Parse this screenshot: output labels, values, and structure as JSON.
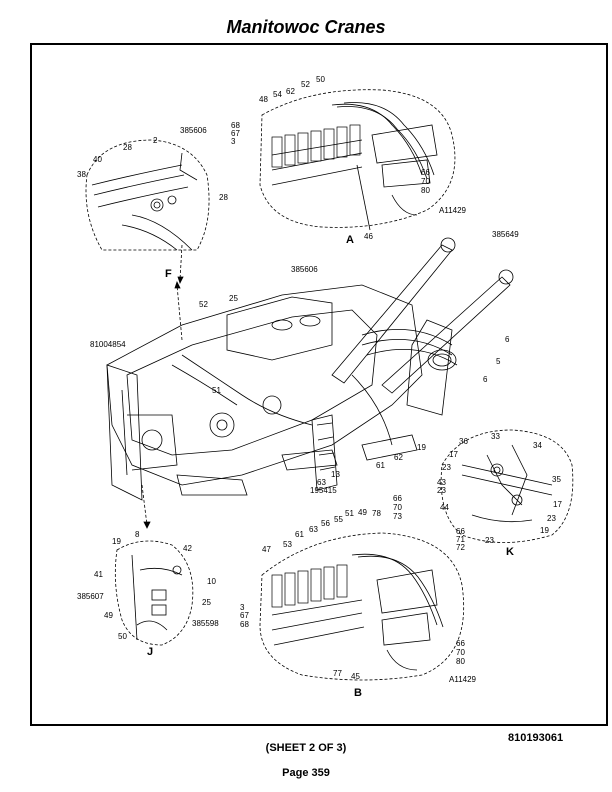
{
  "header": {
    "title": "Manitowoc Cranes"
  },
  "footer": {
    "doc_number": "810193061",
    "sheet": "(SHEET 2 OF 3)",
    "page": "Page 359"
  },
  "views": {
    "a": "A",
    "b": "B",
    "f": "F",
    "j": "J",
    "k": "K"
  },
  "callouts": {
    "a": [
      "68",
      "67",
      "3",
      "48",
      "54",
      "62",
      "52",
      "50",
      "66",
      "70",
      "80",
      "A11429",
      "46"
    ],
    "f": [
      "2",
      "385606",
      "28",
      "40",
      "38",
      "28"
    ],
    "main": [
      "385606",
      "52",
      "25",
      "81004854",
      "51",
      "385649",
      "6",
      "5",
      "6",
      "19",
      "62",
      "61",
      "13",
      "63",
      "195415"
    ],
    "k": [
      "36",
      "33",
      "34",
      "17",
      "23",
      "43",
      "35",
      "23",
      "17",
      "44",
      "23",
      "66",
      "71",
      "72",
      "23",
      "19"
    ],
    "j": [
      "19",
      "8",
      "42",
      "41",
      "10",
      "385607",
      "49",
      "25",
      "50",
      "25",
      "385598"
    ],
    "b": [
      "47",
      "53",
      "61",
      "63",
      "56",
      "55",
      "51",
      "49",
      "78",
      "66",
      "70",
      "73",
      "3",
      "67",
      "68",
      "66",
      "70",
      "80",
      "77",
      "45",
      "A11429"
    ]
  }
}
